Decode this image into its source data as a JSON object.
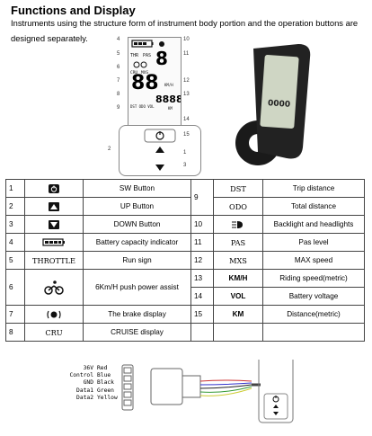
{
  "header": {
    "title": "Functions and Display",
    "description": "Instruments using the structure form of instrument body portion and the operation buttons are designed separately."
  },
  "diagram": {
    "lcd_speed_top": "PAS",
    "lcd_thr": "THR",
    "lcd_cru": "CRU",
    "lcd_mxs": "MXS",
    "lcd_digits": "88",
    "lcd_odo": "8888",
    "lcd_unit_kmh": "KM/H",
    "lcd_dst_vol": "DST ODO VOL",
    "lcd_km": "KM",
    "callouts_left": [
      "4",
      "5",
      "6",
      "7",
      "8",
      "9"
    ],
    "callouts_right": [
      "10",
      "11",
      "12",
      "13",
      "14",
      "15"
    ],
    "callouts_bottom_left": "2",
    "callouts_bottom_right": [
      "1",
      "3"
    ],
    "device_screen": "0000"
  },
  "table": {
    "rows": [
      {
        "n": "1",
        "icon": "power-icon",
        "name": "SW Button",
        "n2": "9",
        "sym": "DST",
        "desc": "Trip distance"
      },
      {
        "n": "2",
        "icon": "up-triangle-icon",
        "name": "UP Button",
        "n2": "",
        "sym": "ODO",
        "desc": "Total distance"
      },
      {
        "n": "3",
        "icon": "down-triangle-icon",
        "name": "DOWN Button",
        "n2": "10",
        "sym": "",
        "desc": "Backlight and headlights"
      },
      {
        "n": "4",
        "icon": "battery-icon",
        "name": "Battery capacity indicator",
        "n2": "11",
        "sym": "PAS",
        "desc": "Pas level"
      },
      {
        "n": "5",
        "icon": "",
        "sym1": "THROTTLE",
        "name": "Run sign",
        "n2": "12",
        "sym": "MXS",
        "desc": "MAX speed"
      },
      {
        "n": "6",
        "icon": "bike-icon",
        "name": "6Km/H push power assist",
        "n2": "13",
        "sym": "KM/H",
        "desc": "Riding speed(metric)"
      },
      {
        "n": "",
        "icon": "",
        "name": "",
        "n2": "14",
        "sym": "VOL",
        "desc": "Battery voltage"
      },
      {
        "n": "7",
        "icon": "brake-icon",
        "name": "The brake display",
        "n2": "15",
        "sym": "KM",
        "desc": "Distance(metric)"
      },
      {
        "n": "8",
        "icon": "",
        "sym1": "CRU",
        "name": "CRUISE display",
        "n2": "",
        "sym": "",
        "desc": ""
      }
    ]
  },
  "wiring": {
    "signals": [
      "36V",
      "Control",
      "GND",
      "Data1",
      "Data2"
    ],
    "colors": [
      "Red",
      "Blue",
      "Black",
      "Green",
      "Yellow"
    ]
  }
}
